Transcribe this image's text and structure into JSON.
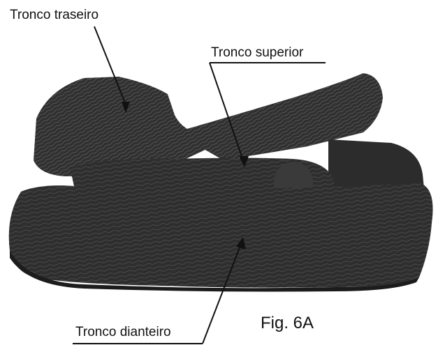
{
  "labels": {
    "back_log": "Tronco traseiro",
    "top_log": "Tronco superior",
    "front_log": "Tronco dianteiro",
    "figure": "Fig. 6A"
  },
  "colors": {
    "log_dark": "#2a2a2a",
    "log_mid": "#3a3a3a",
    "log_grain": "#5a5a5a",
    "line": "#111111",
    "background": "#ffffff"
  }
}
